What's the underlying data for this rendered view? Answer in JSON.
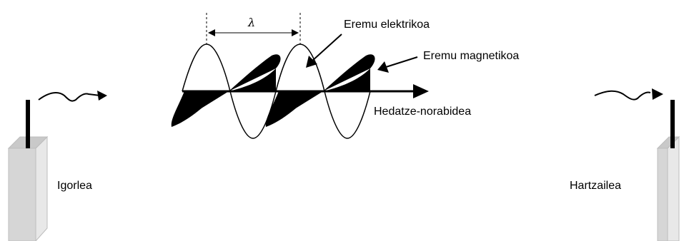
{
  "labels": {
    "wavelength": "λ",
    "electric_field": "Eremu elektrikoa",
    "magnetic_field": "Eremu magnetikoa",
    "propagation": "Hedatze-norabidea",
    "transmitter": "Igorlea",
    "receiver": "Hartzailea"
  },
  "colors": {
    "ink": "#000000",
    "tower_front": "#d9d9d9",
    "tower_side": "#eeeeee",
    "tower_top": "#c4c4c4"
  }
}
